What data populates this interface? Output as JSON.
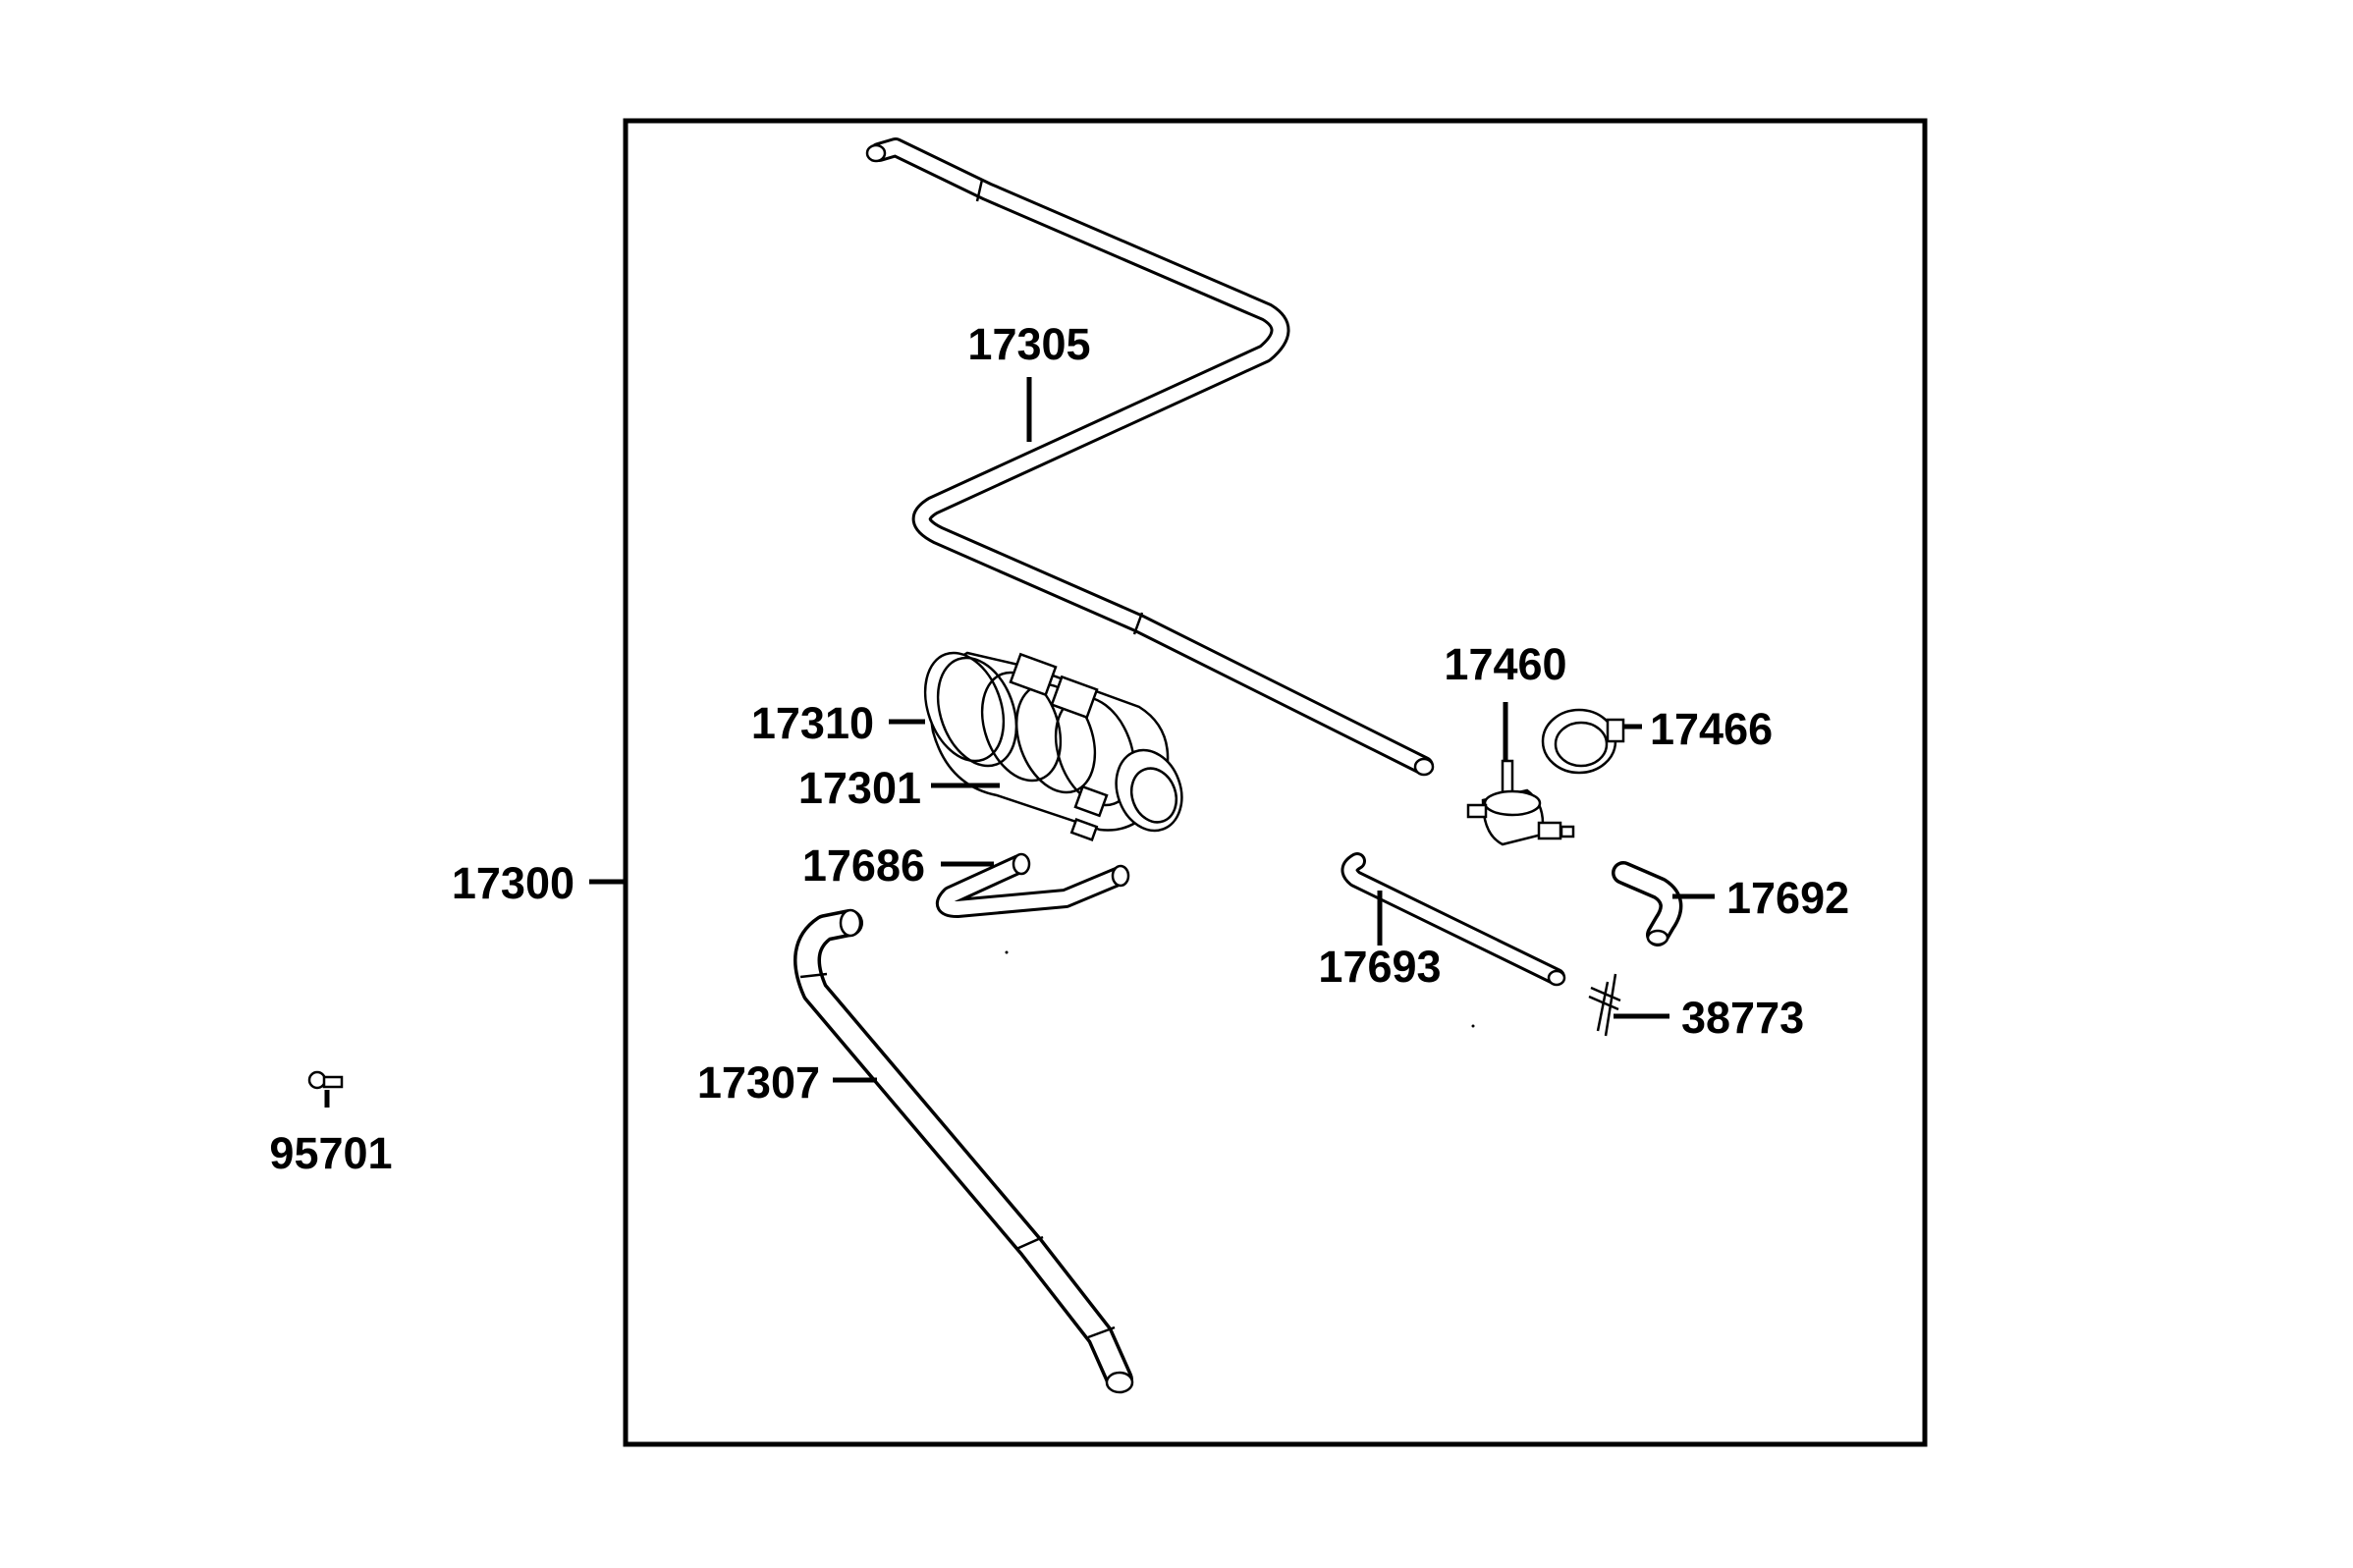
{
  "diagram": {
    "parts": {
      "p17300": {
        "number": "17300"
      },
      "p17305": {
        "number": "17305"
      },
      "p17310": {
        "number": "17310"
      },
      "p17301": {
        "number": "17301"
      },
      "p17686": {
        "number": "17686"
      },
      "p17307": {
        "number": "17307"
      },
      "p17460": {
        "number": "17460"
      },
      "p17466": {
        "number": "17466"
      },
      "p17692": {
        "number": "17692"
      },
      "p17693": {
        "number": "17693"
      },
      "p38773": {
        "number": "38773"
      },
      "p95701": {
        "number": "95701"
      }
    }
  }
}
